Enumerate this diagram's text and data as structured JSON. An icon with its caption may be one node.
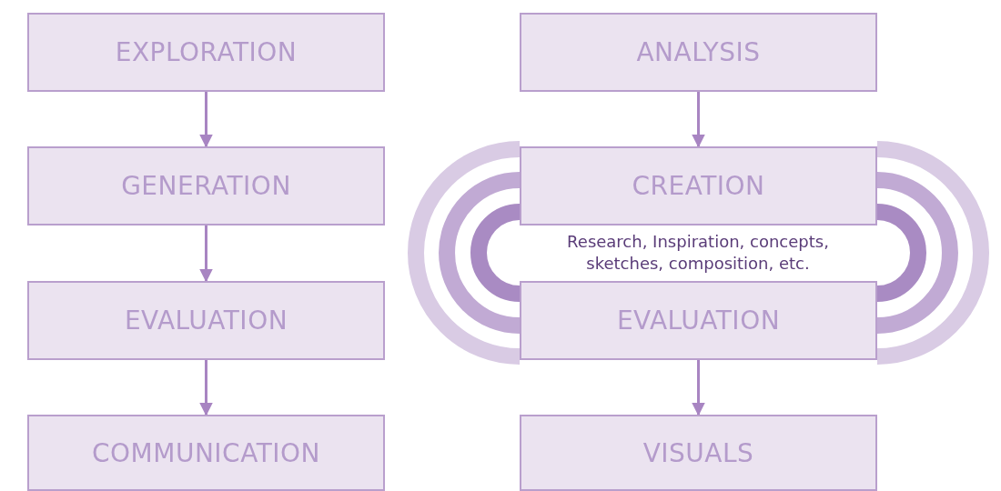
{
  "diagram": {
    "nodes": [
      {
        "text": [
          "EXPLORATION"
        ]
      },
      {
        "text": [
          "GENERATION"
        ]
      },
      {
        "text": [
          "EVALUATION"
        ]
      },
      {
        "text": [
          "COMMUNICATION"
        ]
      },
      {
        "text": [
          "ANALYSIS"
        ]
      },
      {
        "text": [
          "CREATION"
        ]
      },
      {
        "text": [
          "EVALUATION"
        ]
      },
      {
        "text": [
          "VISUALS"
        ]
      }
    ],
    "edges": [
      {
        "from": 0,
        "to": 1,
        "arrow": "to"
      },
      {
        "from": 1,
        "to": 2,
        "arrow": "to"
      },
      {
        "from": 2,
        "to": 3,
        "arrow": "to"
      },
      {
        "from": 4,
        "to": 5,
        "arrow": "to"
      },
      {
        "from": 6,
        "to": 7,
        "arrow": "to"
      },
      {
        "from": 5,
        "to": 6,
        "arrow": "none",
        "color": "#d9cbe4"
      },
      {
        "from": 5,
        "to": 6,
        "arrow": "none",
        "color": "#c1aad4"
      },
      {
        "from": 5,
        "to": 6,
        "arrow": "none",
        "color": "#a98bc3"
      },
      {
        "from": 5,
        "to": 6,
        "arrow": "none",
        "color": "#d9cbe4"
      },
      {
        "from": 5,
        "to": 6,
        "arrow": "none",
        "color": "#c1aad4"
      },
      {
        "from": 5,
        "to": 6,
        "arrow": "none",
        "color": "#a98bc3"
      }
    ],
    "labels": [
      "Research, Inspiration, concepts, sketches, composition, etc."
    ]
  }
}
